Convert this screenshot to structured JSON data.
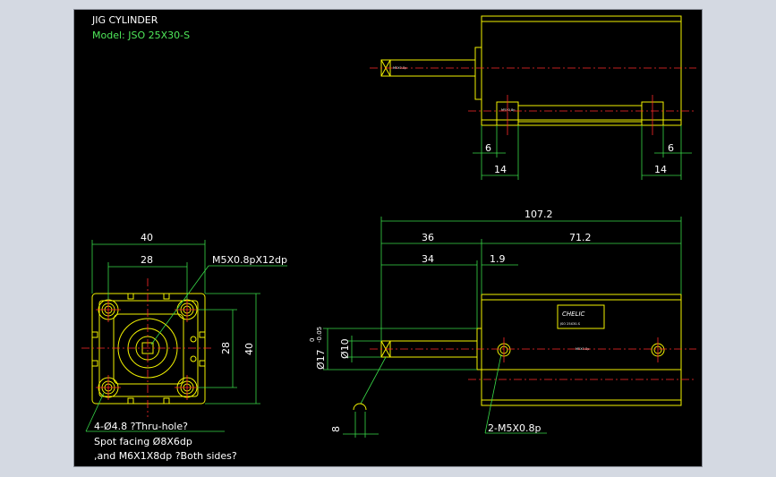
{
  "title": {
    "line1": "JIG CYLINDER",
    "line2": "Model: JSO 25X30-S"
  },
  "colors": {
    "background": "#000000",
    "outline": "#f2f200",
    "dimension": "#38d848",
    "centerline": "#ff2a2a",
    "text": "#ffffff"
  },
  "top_view": {
    "dim_left_small": "6",
    "dim_right_small": "6",
    "dim_left_width": "14",
    "dim_right_width": "14",
    "rod_label": "M5X0.8p",
    "port_label": "M5X0.8p"
  },
  "front_view": {
    "dim_width": "40",
    "dim_pitch_h": "28",
    "dim_pitch_v": "28",
    "dim_height": "40",
    "callout_thread": "M5X0.8pX12dp",
    "note_line1": "4-Ø4.8 ?Thru-hole?",
    "note_line2": "Spot facing Ø8X6dp",
    "note_line3": ",and M6X1X8dp ?Both sides?"
  },
  "side_view": {
    "dim_total": "107.2",
    "dim_36": "36",
    "dim_71": "71.2",
    "dim_34": "34",
    "dim_19": "1.9",
    "dim_rod_dia": "Ø10",
    "dim_bore": "Ø17",
    "dim_bore_tol_upper": "0",
    "dim_bore_tol_lower": "-0.05",
    "dim_flat": "8",
    "port_callout": "2-M5X0.8p",
    "brand": "CHELIC",
    "nameplate_text": "JSO 25X30-S",
    "port_mark": "M5X0.8p"
  }
}
